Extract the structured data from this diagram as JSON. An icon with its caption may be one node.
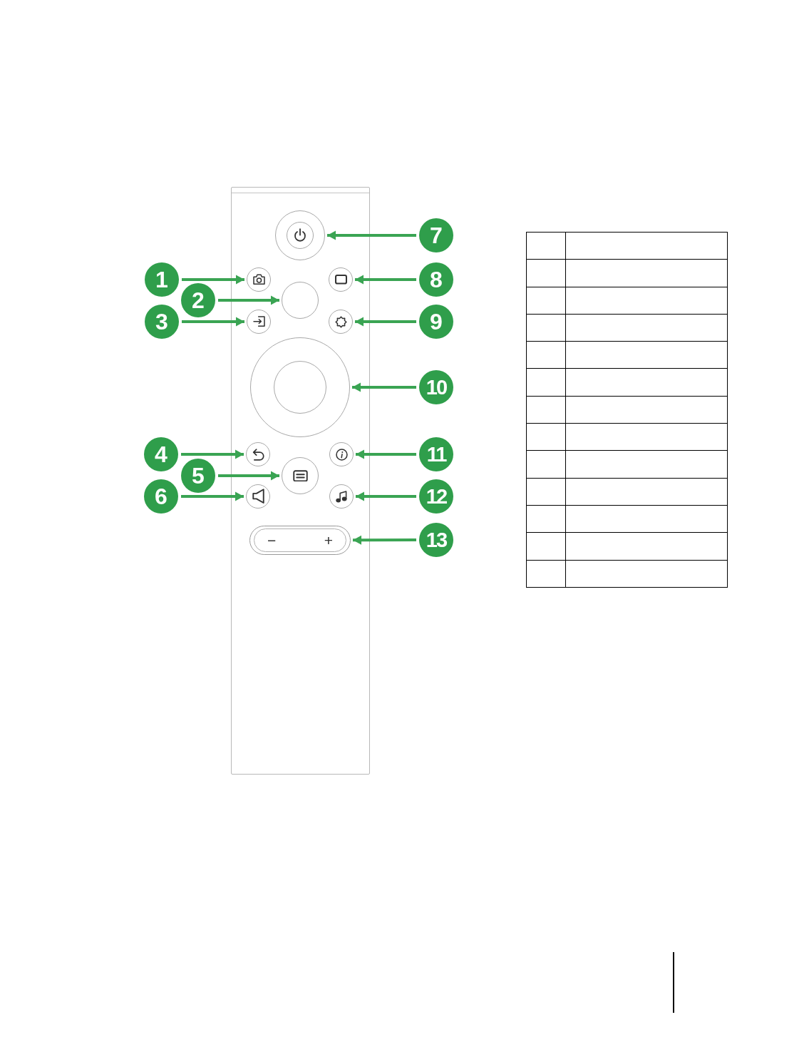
{
  "diagram": {
    "nodes": [
      {
        "text": [
          "1"
        ]
      },
      {
        "text": [
          "2"
        ]
      },
      {
        "text": [
          "3"
        ]
      },
      {
        "text": [
          "4"
        ]
      },
      {
        "text": [
          "5"
        ]
      },
      {
        "text": [
          "6"
        ]
      },
      {
        "text": [
          "7"
        ]
      },
      {
        "text": [
          "8"
        ]
      },
      {
        "text": [
          "9"
        ]
      },
      {
        "text": [
          "10"
        ]
      },
      {
        "text": [
          "11"
        ]
      },
      {
        "text": [
          "12"
        ]
      },
      {
        "text": [
          "13"
        ]
      },
      {
        "text": [],
        "shape": "circle"
      },
      {
        "text": [],
        "shape": "circle"
      },
      {
        "text": [],
        "shape": "circle"
      },
      {
        "text": [],
        "shape": "circle"
      },
      {
        "text": [],
        "shape": "circle"
      },
      {
        "text": [],
        "shape": "circle"
      },
      {
        "text": [],
        "shape": "circle"
      },
      {
        "text": [],
        "shape": "circle"
      },
      {
        "text": [],
        "shape": "circle"
      },
      {
        "text": [],
        "shape": "circle"
      },
      {
        "text": [],
        "shape": "circle"
      },
      {
        "text": [],
        "shape": "circle"
      },
      {
        "text": [
          "−",
          "+"
        ]
      }
    ],
    "edges": [
      {
        "from": 0,
        "to": 13,
        "arrow": "to"
      },
      {
        "from": 1,
        "to": 14,
        "arrow": "to"
      },
      {
        "from": 2,
        "to": 15,
        "arrow": "to"
      },
      {
        "from": 3,
        "to": 16,
        "arrow": "to"
      },
      {
        "from": 4,
        "to": 17,
        "arrow": "to"
      },
      {
        "from": 5,
        "to": 18,
        "arrow": "to"
      },
      {
        "from": 6,
        "to": 19,
        "arrow": "to"
      },
      {
        "from": 7,
        "to": 20,
        "arrow": "to"
      },
      {
        "from": 8,
        "to": 21,
        "arrow": "to"
      },
      {
        "from": 9,
        "to": 22,
        "arrow": "to"
      },
      {
        "from": 10,
        "to": 23,
        "arrow": "to"
      },
      {
        "from": 11,
        "to": 24,
        "arrow": "to"
      },
      {
        "from": 12,
        "to": 25,
        "arrow": "to"
      }
    ]
  }
}
